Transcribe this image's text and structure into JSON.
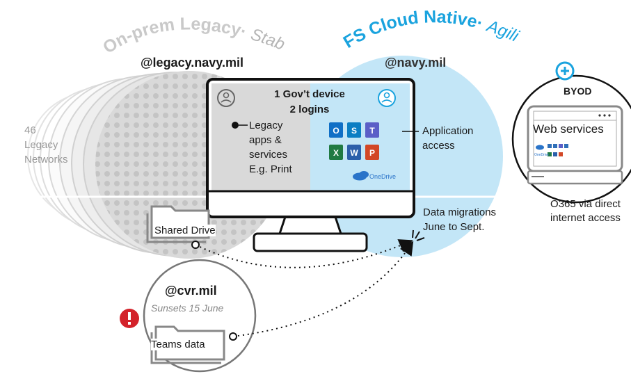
{
  "sections": {
    "legacy_title": "On-prem Legacy",
    "legacy_subtitle": "Stability",
    "cloud_title": "FS Cloud Native",
    "cloud_subtitle": "Agility"
  },
  "domains": {
    "legacy": "@legacy.navy.mil",
    "navy": "@navy.mil",
    "cvr": "@cvr.mil"
  },
  "legacy_networks": {
    "count": "46",
    "line1": "Legacy",
    "line2": "Networks"
  },
  "monitor": {
    "title_line1": "1 Gov’t device",
    "title_line2": "2 logins",
    "legacy_apps": [
      "Legacy",
      "apps &",
      "services",
      "E.g. Print"
    ],
    "onedrive_label": "OneDrive"
  },
  "application_access": [
    "Application",
    "access"
  ],
  "shared_drive": "Shared Drive",
  "data_migrations": [
    "Data migrations",
    "June to Sept."
  ],
  "byod": {
    "title": "BYOD",
    "web_services": "Web services",
    "onedrive_label": "OneDrive",
    "caption": [
      "O365 via direct",
      "internet access"
    ]
  },
  "cvr": {
    "sunset": "Sunsets 15 June",
    "teams_data": "Teams data"
  },
  "app_tiles": [
    {
      "letter": "O",
      "name": "outlook-icon"
    },
    {
      "letter": "S",
      "name": "sharepoint-icon"
    },
    {
      "letter": "T",
      "name": "teams-icon"
    },
    {
      "letter": "X",
      "name": "excel-icon"
    },
    {
      "letter": "W",
      "name": "word-icon"
    },
    {
      "letter": "P",
      "name": "powerpoint-icon"
    }
  ],
  "colors": {
    "legacy_circle": "#d9d9d9",
    "cloud_circle": "#c3e6f7",
    "accent_blue": "#1aa3de",
    "alert_red": "#d3222a",
    "monitor_frame": "#111111",
    "outlook": "#0f6fc6",
    "sharepoint": "#0b7ec3",
    "teams": "#5b5fc7",
    "excel": "#1f7a43",
    "word": "#2b5faa",
    "powerpoint": "#d24726"
  }
}
